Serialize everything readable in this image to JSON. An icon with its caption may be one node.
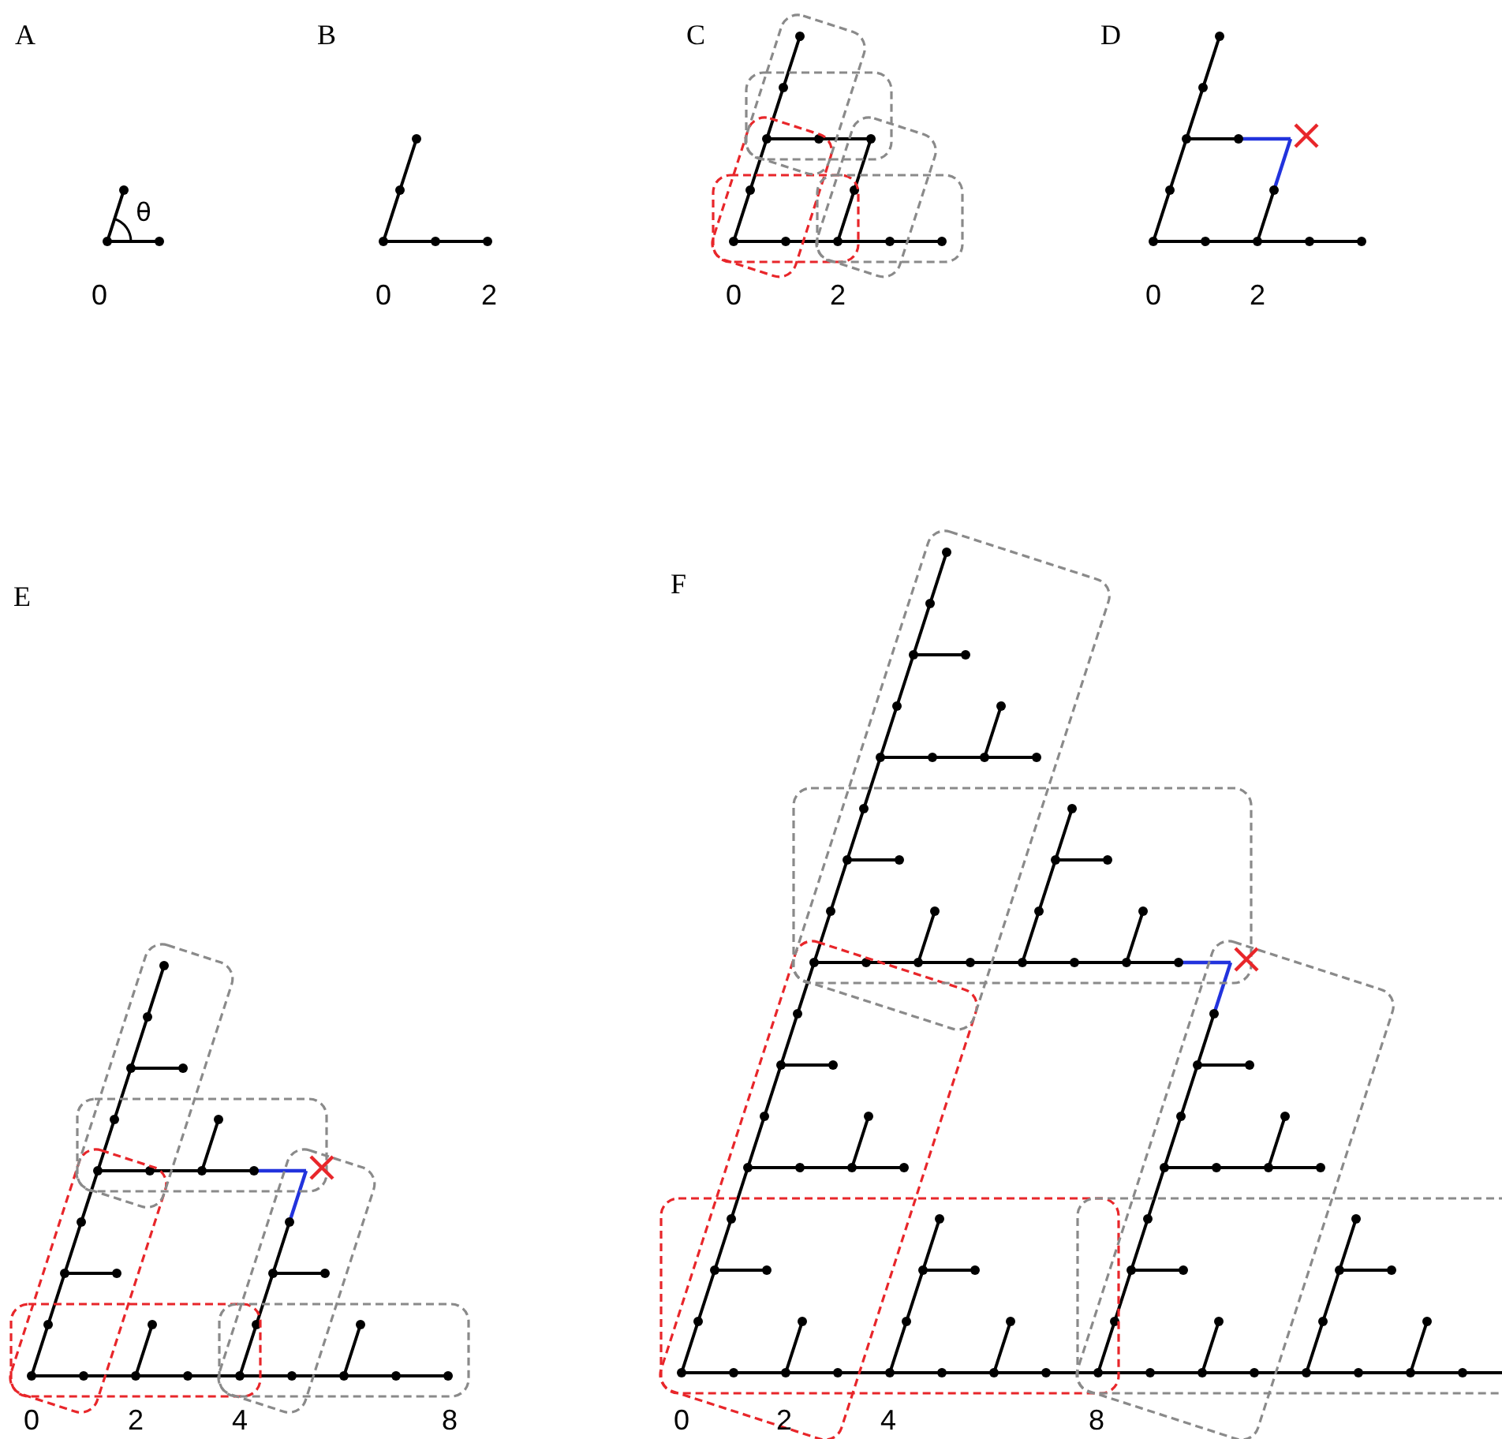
{
  "diagram": {
    "labels": [
      "A",
      "B",
      "C",
      "D",
      "θ",
      "0",
      "0",
      "2",
      "0",
      "2",
      "0",
      "2",
      "E",
      "F",
      "0",
      "2",
      "4",
      "8",
      "0",
      "2",
      "4",
      "8"
    ]
  }
}
